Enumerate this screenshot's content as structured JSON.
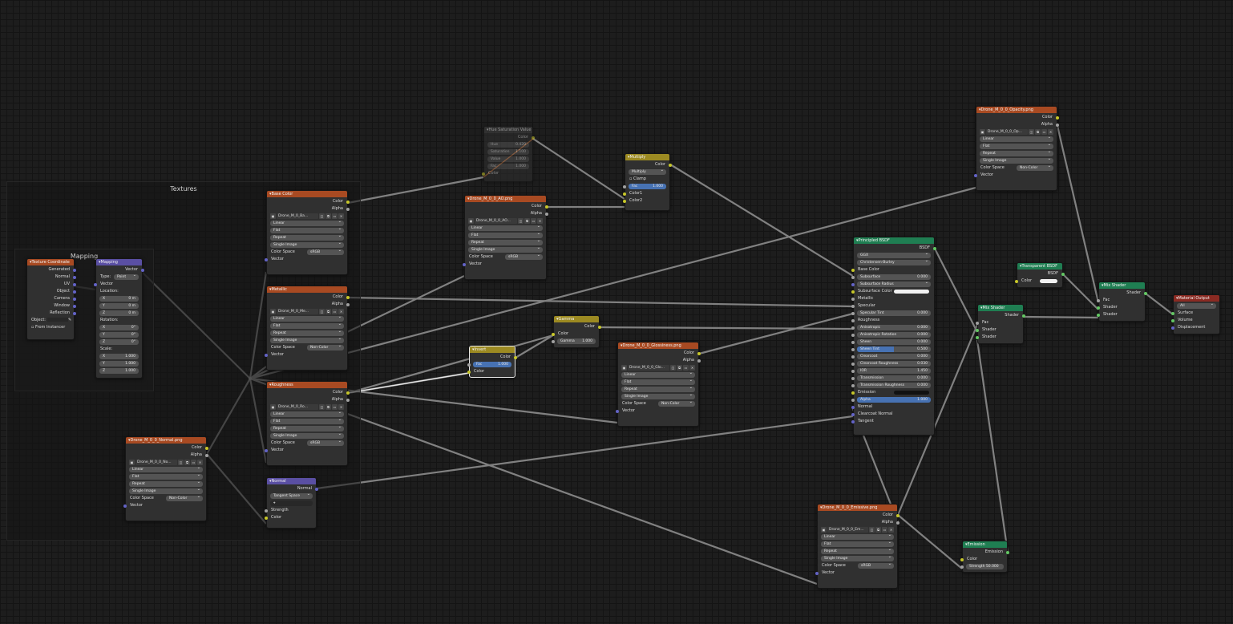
{
  "frames": {
    "textures": "Textures",
    "mapping": "Mapping"
  },
  "common": {
    "color": "Color",
    "alpha": "Alpha",
    "vector": "Vector",
    "linear": "Linear",
    "flat": "Flat",
    "repeat": "Repeat",
    "single_image": "Single Image",
    "color_space": "Color Space",
    "srgb": "sRGB",
    "non_color": "Non-Color",
    "shader": "Shader",
    "fac": "Fac"
  },
  "texcoord": {
    "title": "Texture Coordinate",
    "outputs": [
      "Generated",
      "Normal",
      "UV",
      "Object",
      "Camera",
      "Window",
      "Reflection"
    ],
    "object_label": "Object:",
    "from_instancer": "From Instancer"
  },
  "mapping": {
    "title": "Mapping",
    "output": "Vector",
    "type_label": "Type:",
    "type_value": "Point",
    "input_vector": "Vector",
    "location": "Location:",
    "rotation": "Rotation:",
    "scale": "Scale:",
    "loc": [
      {
        "axis": "X",
        "value": "0 m"
      },
      {
        "axis": "Y",
        "value": "0 m"
      },
      {
        "axis": "Z",
        "value": "0 m"
      }
    ],
    "rot": [
      {
        "axis": "X",
        "value": "0°"
      },
      {
        "axis": "Y",
        "value": "0°"
      },
      {
        "axis": "Z",
        "value": "0°"
      }
    ],
    "scl": [
      {
        "axis": "X",
        "value": "1.000"
      },
      {
        "axis": "Y",
        "value": "1.000"
      },
      {
        "axis": "Z",
        "value": "1.000"
      }
    ]
  },
  "base_color": {
    "title": "Base Color",
    "image": "Drone_M_0_Ba..."
  },
  "metallic": {
    "title": "Metallic",
    "image": "Drone_M_0_Me..."
  },
  "roughness": {
    "title": "Roughness",
    "image": "Drone_M_0_Ro..."
  },
  "normal_tex": {
    "title": "Drone_M_0_0_Normal.png",
    "image": "Drone_M_0_0_No..."
  },
  "normal_map": {
    "title": "Normal",
    "output": "Normal",
    "space": "Tangent Space",
    "strength": "Strength",
    "color": "Color"
  },
  "hsv": {
    "title": "Hue Saturation Value",
    "output": "Color",
    "fields": [
      {
        "label": "Hue",
        "value": "0.420"
      },
      {
        "label": "Saturation",
        "value": "1.100"
      },
      {
        "label": "Value",
        "value": "1.000"
      },
      {
        "label": "Fac",
        "value": "1.000"
      }
    ],
    "input": "Color"
  },
  "ao": {
    "title": "Drone_M_0_0_AO.png",
    "image": "Drone_M_0_0_AO..."
  },
  "multiply": {
    "title": "Multiply",
    "output": "Color",
    "mode": "Multiply",
    "clamp": "Clamp",
    "fac_label": "Fac",
    "fac_value": "1.000",
    "color1": "Color1",
    "color2": "Color2"
  },
  "invert": {
    "title": "Invert",
    "output": "Color",
    "fac_label": "Fac",
    "fac_value": "1.000",
    "input": "Color"
  },
  "gamma": {
    "title": "Gamma",
    "output": "Color",
    "input": "Color",
    "gamma_label": "Gamma",
    "gamma_value": "1.000"
  },
  "gloss": {
    "title": "Drone_M_0_0_Glossiness.png",
    "image": "Drone_M_0_0_Glo..."
  },
  "opacity": {
    "title": "Drone_M_0_0_Opacity.png",
    "image": "Drone_M_0_0_Op..."
  },
  "emissive": {
    "title": "Drone_M_0_0_Emissive.png",
    "image": "Drone_M_0_0_Em..."
  },
  "bsdf": {
    "title": "Principled BSDF",
    "output": "BSDF",
    "dist": "GGX",
    "sss": "Christensen-Burley",
    "base_color": "Base Color",
    "subsurface": {
      "label": "Subsurface",
      "value": "0.000"
    },
    "subsurface_radius": "Subsurface Radius",
    "subsurface_color": "Subsurface Color",
    "metallic": "Metallic",
    "specular": "Specular",
    "specular_tint": {
      "label": "Specular Tint",
      "value": "0.000"
    },
    "roughness": "Roughness",
    "values": [
      {
        "label": "Anisotropic",
        "value": "0.000"
      },
      {
        "label": "Anisotropic Rotation",
        "value": "0.000"
      },
      {
        "label": "Sheen",
        "value": "0.000"
      },
      {
        "label": "Sheen Tint",
        "value": "0.500"
      },
      {
        "label": "Clearcoat",
        "value": "0.000"
      },
      {
        "label": "Clearcoat Roughness",
        "value": "0.030"
      },
      {
        "label": "IOR",
        "value": "1.450"
      },
      {
        "label": "Transmission",
        "value": "0.000"
      },
      {
        "label": "Transmission Roughness",
        "value": "0.000"
      }
    ],
    "emission": "Emission",
    "alpha": {
      "label": "Alpha",
      "value": "1.000"
    },
    "normal": "Normal",
    "clearcoat_normal": "Clearcoat Normal",
    "tangent": "Tangent"
  },
  "transparent": {
    "title": "Transparent BSDF",
    "output": "BSDF",
    "input": "Color"
  },
  "mix1": {
    "title": "Mix Shader",
    "output": "Shader"
  },
  "mix2": {
    "title": "Mix Shader",
    "output": "Shader"
  },
  "emission_node": {
    "title": "Emission",
    "output": "Emission",
    "input": "Color",
    "strength": "Strength",
    "strength_value": "50.000"
  },
  "output_node": {
    "title": "Material Output",
    "target": "All",
    "surface": "Surface",
    "volume": "Volume",
    "displacement": "Displacement"
  },
  "colors": {
    "texture_header": "#a84a22",
    "vector_header": "#5a4fa3",
    "color_header": "#9c8a22",
    "shader_header": "#1f7e52",
    "output_header": "#8a2a22",
    "socket_color": "#c7c729",
    "socket_float": "#a1a1a1",
    "socket_vector": "#6363c7",
    "socket_shader": "#63c763"
  }
}
